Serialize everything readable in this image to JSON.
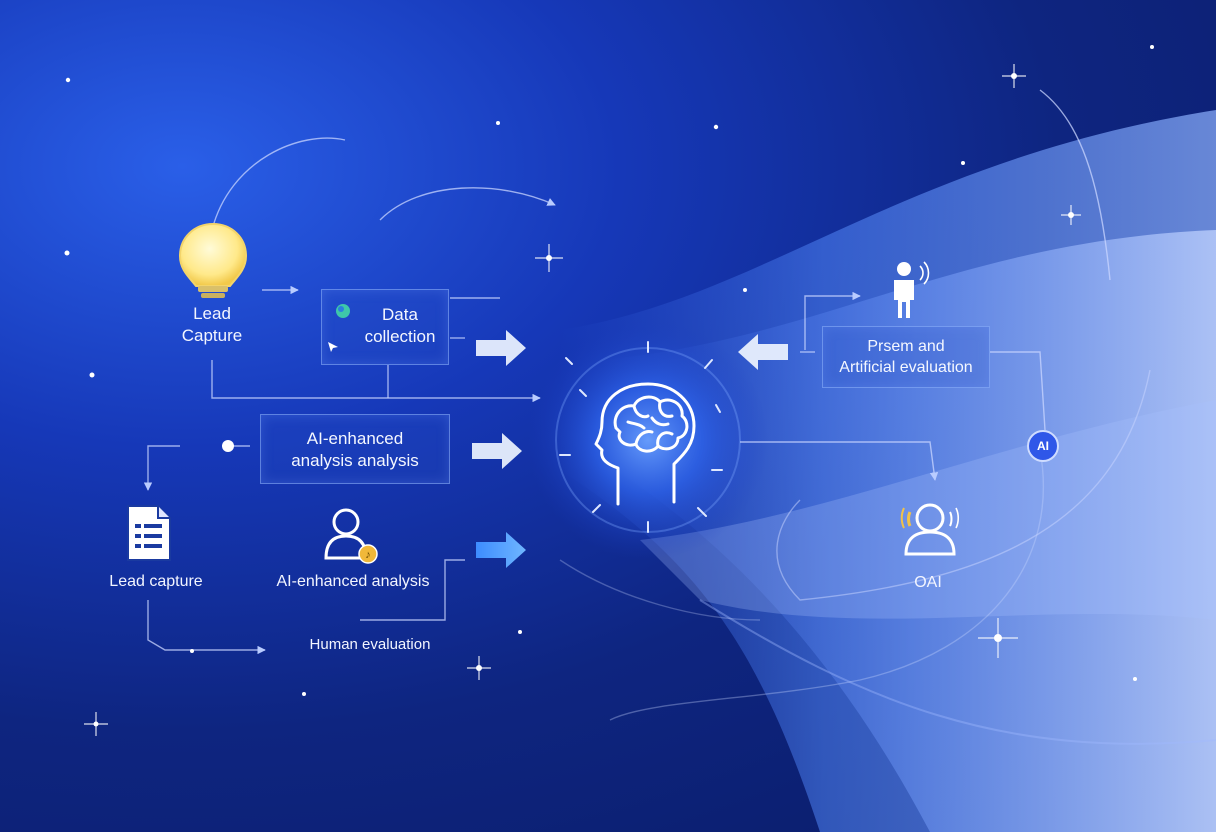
{
  "nodes": {
    "lead_capture_top": {
      "line1": "Lead",
      "line2": "Capture"
    },
    "data_collection": {
      "line1": "Data",
      "line2": "collection"
    },
    "ai_analysis_box": {
      "line1": "AI-enhanced",
      "line2": "analysis analysis"
    },
    "lead_capture_bottom": {
      "label": "Lead capture"
    },
    "ai_analysis_bottom": {
      "label": "AI-enhanced analysis"
    },
    "human_evaluation": {
      "label": "Human evaluation"
    },
    "evaluation_box": {
      "line1": "Prsem and",
      "line2": "Artificial evaluation"
    },
    "ai_badge": {
      "label": "AI"
    },
    "oai_label": {
      "label": "OAI"
    }
  },
  "colors": {
    "background": "#0e2580",
    "accent": "#4f8bff",
    "bulb": "#ffe98a",
    "badge": "#2f57e8"
  },
  "icons": [
    "lightbulb-icon",
    "data-icon",
    "document-icon",
    "person-icon",
    "coin-icon",
    "brain-head-icon",
    "standing-person-icon",
    "headset-person-icon",
    "arrow-right-icon",
    "arrow-left-icon",
    "sparkle-icon"
  ]
}
